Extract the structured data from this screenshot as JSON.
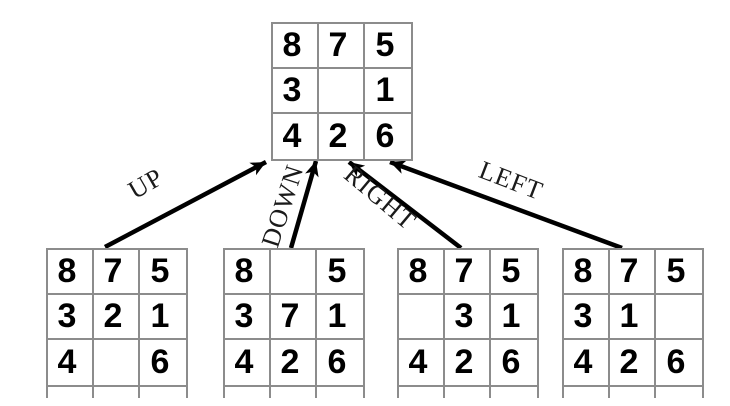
{
  "diagram": {
    "description": "8-puzzle move diagram",
    "parent": {
      "rows": [
        [
          "8",
          "7",
          "5"
        ],
        [
          "3",
          "",
          "1"
        ],
        [
          "4",
          "2",
          "6"
        ]
      ]
    },
    "moves": [
      {
        "label": "UP",
        "rows": [
          [
            "8",
            "7",
            "5"
          ],
          [
            "3",
            "2",
            "1"
          ],
          [
            "4",
            "",
            "6"
          ]
        ]
      },
      {
        "label": "DOWN",
        "rows": [
          [
            "8",
            "",
            "5"
          ],
          [
            "3",
            "7",
            "1"
          ],
          [
            "4",
            "2",
            "6"
          ]
        ]
      },
      {
        "label": "RIGHT",
        "rows": [
          [
            "8",
            "7",
            "5"
          ],
          [
            "",
            "3",
            "1"
          ],
          [
            "4",
            "2",
            "6"
          ]
        ]
      },
      {
        "label": "LEFT",
        "rows": [
          [
            "8",
            "7",
            "5"
          ],
          [
            "3",
            "1",
            ""
          ],
          [
            "4",
            "2",
            "6"
          ]
        ]
      }
    ],
    "colors": {
      "grid_line": "#8c8c8c",
      "text": "#000000",
      "label_text": "#1a1a1a",
      "arrow": "#000000",
      "background": "#ffffff"
    }
  }
}
